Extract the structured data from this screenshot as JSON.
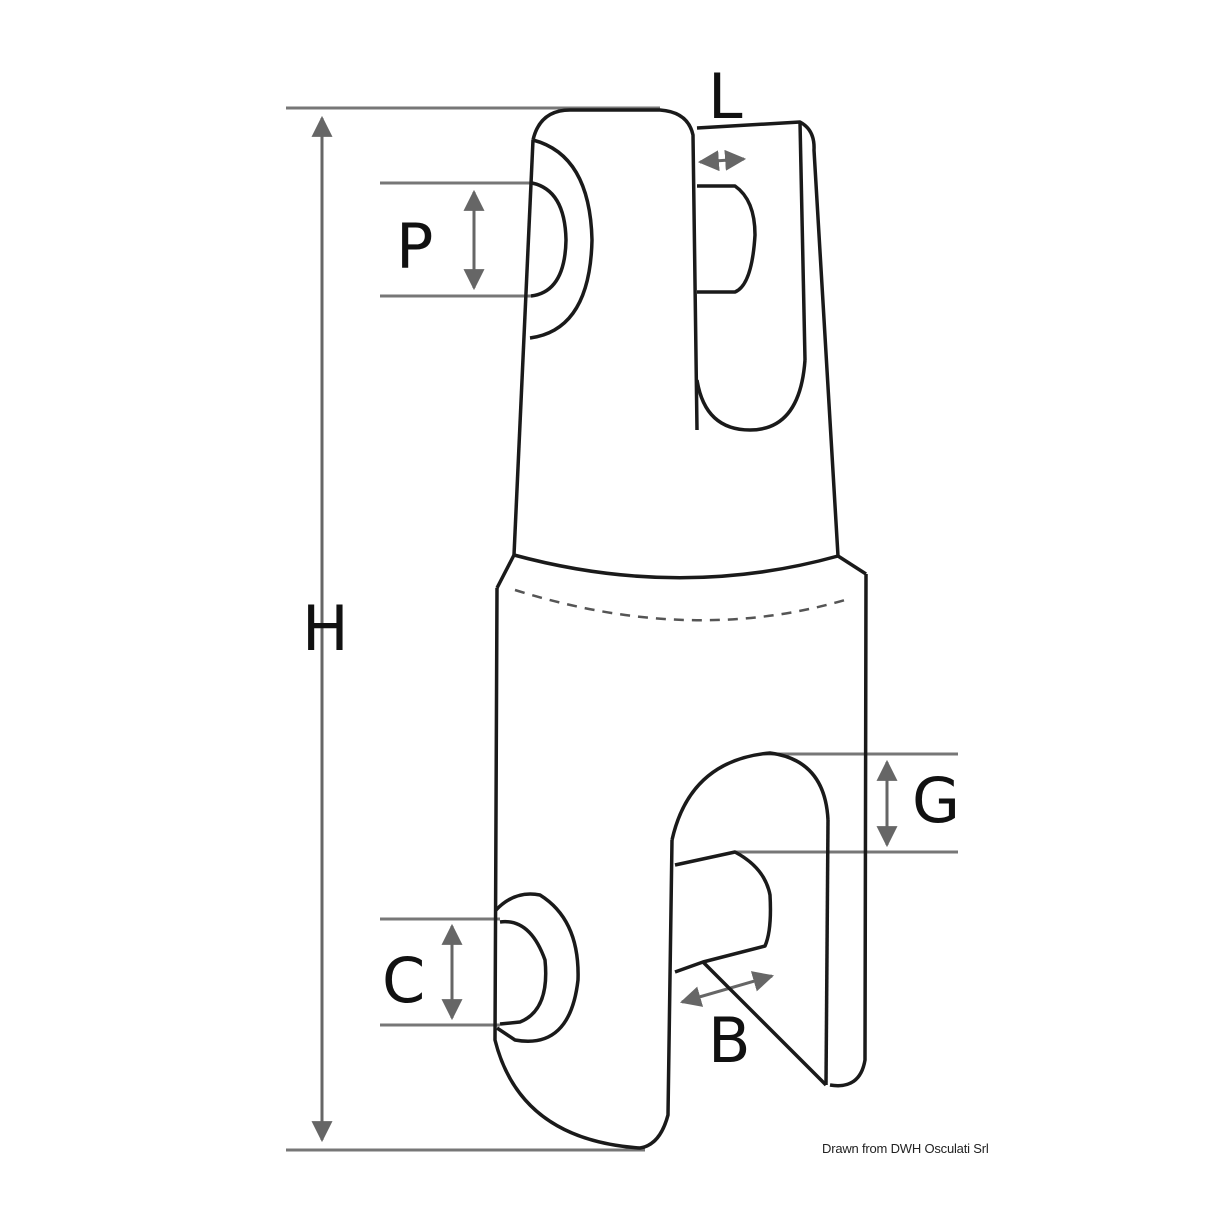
{
  "diagram": {
    "subject": "Anchor swivel connector technical drawing",
    "dimension_labels": {
      "H": "H",
      "P": "P",
      "L": "L",
      "G": "G",
      "C": "C",
      "B": "B"
    },
    "credit": "Drawn from DWH Osculati Srl",
    "colors": {
      "outline": "#1a1a1a",
      "dimension_line": "#666666",
      "background": "#ffffff"
    }
  }
}
